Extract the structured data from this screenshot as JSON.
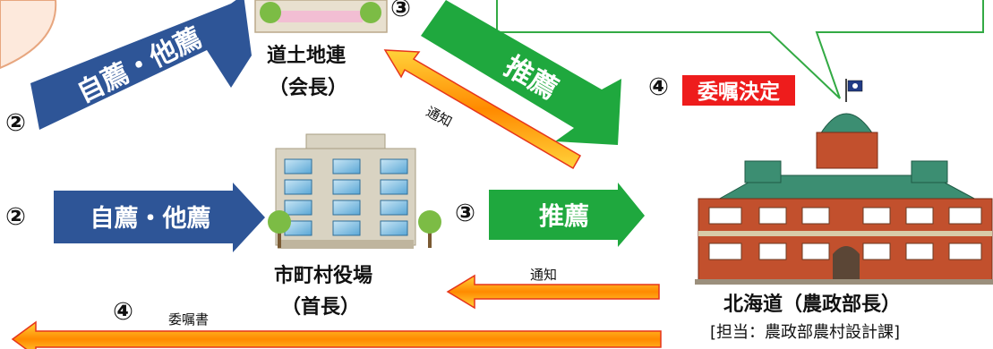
{
  "steps": {
    "upper_left": "②",
    "upper_middle": "③",
    "mid_left": "②",
    "mid_middle": "③",
    "decision": "④",
    "bottom": "④"
  },
  "labels": {
    "self_other_upper": "自薦・他薦",
    "self_other_mid": "自薦・他薦",
    "recommend_upper": "推薦",
    "recommend_mid": "推薦",
    "notice_upper": "通知",
    "notice_mid": "通知",
    "appointment_letter": "委嘱書",
    "decision_badge": "委嘱決定"
  },
  "entities": {
    "federation_name": "道土地連",
    "federation_role": "（会長）",
    "municipality_name": "市町村役場",
    "municipality_role": "（首長）",
    "hokkaido_name": "北海道（農政部長）",
    "hokkaido_dept": "[担当：農政部農村設計課]"
  },
  "colors": {
    "navy_arrow": "#2e5597",
    "green_arrow": "#1fa83e",
    "notice_arrow_fill": "#ff9a10",
    "notice_arrow_stroke": "#ffee10",
    "decision_red": "#ee1c1c",
    "callout_border": "#33aa44",
    "brick": "#c2502d",
    "roof_green": "#3c8e72"
  },
  "icons": [
    "federation-building-icon",
    "municipal-office-icon",
    "hokkaido-government-building-icon",
    "tree-icon"
  ]
}
